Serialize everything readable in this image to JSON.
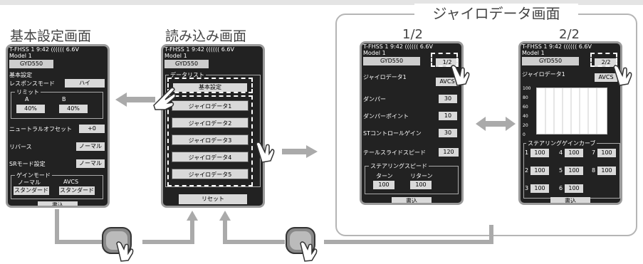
{
  "titles": {
    "basic": "基本設定画面",
    "read": "読み込み画面",
    "gyro": "ジャイロデータ画面",
    "p1": "1/2",
    "p2": "2/2"
  },
  "status": {
    "system": "T-FHSS",
    "num": "1",
    "time": "9:42",
    "signal": "((((((",
    "volt": "6.6V",
    "model": "Model 1",
    "header": "GYD550"
  },
  "basic": {
    "section": "基本設定",
    "response_label": "レスポンスモード",
    "response_value": "ハイ",
    "limit_label": "リミット",
    "a_label": "A",
    "b_label": "B",
    "a_value": "40%",
    "b_value": "40%",
    "neutral_label": "ニュートラルオフセット",
    "neutral_value": "+0",
    "reverse_label": "リバース",
    "reverse_value": "ノーマル",
    "sr_label": "SRモード設定",
    "sr_value": "ノーマル",
    "gain_label": "ゲインモード",
    "normal_label": "ノーマル",
    "avcs_label": "AVCS",
    "normal_value": "スタンダード",
    "avcs_value": "スタンダード",
    "write": "書込"
  },
  "read": {
    "list_label": "データリスト",
    "items": [
      "基本設定",
      "ジャイロデータ1",
      "ジャイロデータ2",
      "ジャイロデータ3",
      "ジャイロデータ4",
      "ジャイロデータ5"
    ],
    "reset": "リセット"
  },
  "g1": {
    "page": "1/2",
    "data_label": "ジャイロデータ1",
    "mode": "AVCS",
    "rows": [
      {
        "label": "ダンパー",
        "value": "30"
      },
      {
        "label": "ダンパーポイント",
        "value": "10"
      },
      {
        "label": "STコントロールゲイン",
        "value": "30"
      },
      {
        "label": "テールスライドスピード",
        "value": "120"
      }
    ],
    "speed_label": "ステアリングスピード",
    "turn_label": "ターン",
    "return_label": "リターン",
    "turn_value": "100",
    "return_value": "100",
    "write": "書込"
  },
  "g2": {
    "page": "2/2",
    "data_label": "ジャイロデータ1",
    "mode": "AVCS",
    "yticks": [
      "100",
      "80",
      "60",
      "40",
      "20",
      "0"
    ],
    "curve_label": "ステアリングゲインカーブ",
    "points": [
      {
        "n": "1",
        "v": "100"
      },
      {
        "n": "4",
        "v": "100"
      },
      {
        "n": "7",
        "v": "100"
      },
      {
        "n": "2",
        "v": "100"
      },
      {
        "n": "5",
        "v": "100"
      },
      {
        "n": "8",
        "v": "100"
      },
      {
        "n": "3",
        "v": "100"
      },
      {
        "n": "6",
        "v": "100"
      }
    ],
    "write": "書込"
  }
}
